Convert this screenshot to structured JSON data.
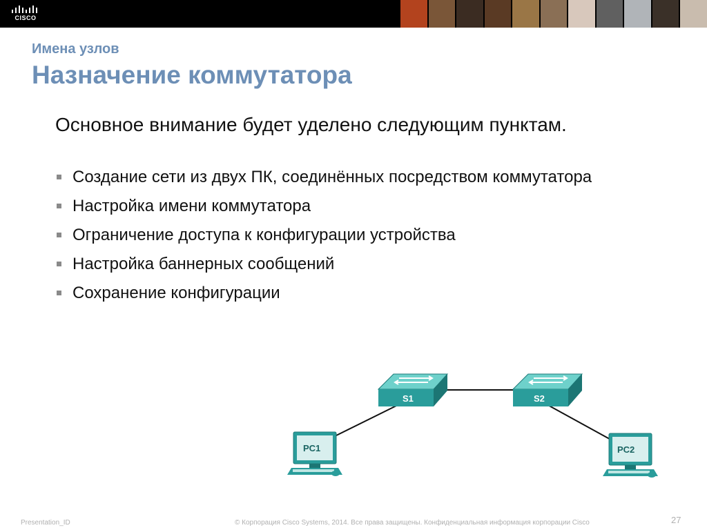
{
  "header": {
    "logo_text": "CISCO",
    "logo_icon": "cisco-bridge-icon",
    "photo_colors": [
      "#b3431e",
      "#7a5638",
      "#3b2c22",
      "#5a3a24",
      "#9a7646",
      "#8a6f55",
      "#d8c8bc",
      "#606060",
      "#b0b4b8",
      "#3a3028",
      "#c9bcae"
    ]
  },
  "slide": {
    "subtitle": "Имена узлов",
    "title": "Назначение коммутатора",
    "intro": "Основное внимание будет уделено следующим пунктам.",
    "bullets": [
      "Создание сети из двух ПК, соединённых посредством коммутатора",
      "Настройка имени коммутатора",
      "Ограничение доступа к конфигурации устройства",
      "Настройка баннерных сообщений",
      "Сохранение конфигурации"
    ]
  },
  "diagram": {
    "switch1_label": "S1",
    "switch2_label": "S2",
    "pc1_label": "PC1",
    "pc2_label": "PC2",
    "device_color": "#2a9d9b"
  },
  "footer": {
    "presentation_id": "Presentation_ID",
    "copyright": "© Корпорация Cisco Systems, 2014. Все права защищены.   Конфиденциальная информация корпорации Cisco",
    "page_number": "27"
  }
}
